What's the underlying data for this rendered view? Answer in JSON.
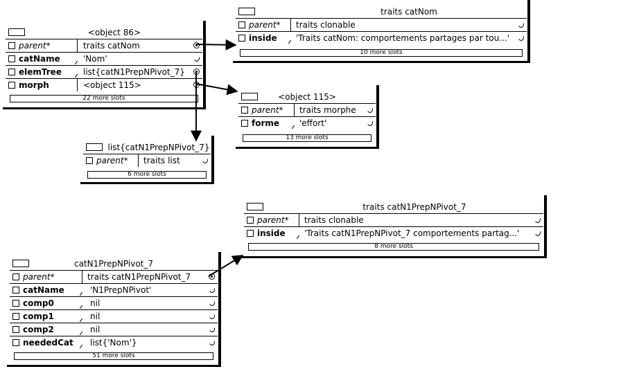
{
  "outliners": {
    "traits_catNom": {
      "title": "traits catNom",
      "slots": [
        {
          "name": "parent*",
          "value": "traits clonable"
        },
        {
          "name": "inside",
          "value": "'Traits catNom: comportements partages par tou...'"
        }
      ],
      "more": "10 more slots"
    },
    "object86": {
      "title": "<object 86>",
      "slots": [
        {
          "name": "parent*",
          "value": "traits catNom"
        },
        {
          "name": "catName",
          "value": "'Nom'"
        },
        {
          "name": "elemTree",
          "value": "list{catN1PrepNPivot_7}"
        },
        {
          "name": "morph",
          "value": "<object 115>"
        }
      ],
      "more": "22 more slots"
    },
    "object115": {
      "title": "<object 115>",
      "slots": [
        {
          "name": "parent*",
          "value": "traits morphe"
        },
        {
          "name": "forme",
          "value": "'effort'"
        }
      ],
      "more": "13 more slots"
    },
    "list_pivot": {
      "title": "list{catN1PrepNPivot_7}",
      "slots": [
        {
          "name": "parent*",
          "value": "traits list"
        }
      ],
      "more": "6 more slots"
    },
    "traits_pivot": {
      "title": "traits catN1PrepNPivot_7",
      "slots": [
        {
          "name": "parent*",
          "value": "traits clonable"
        },
        {
          "name": "inside",
          "value": "'Traits catN1PrepNPivot_7 comportements partag...'"
        }
      ],
      "more": "8 more slots"
    },
    "pivot": {
      "title": "catN1PrepNPivot_7",
      "slots": [
        {
          "name": "parent*",
          "value": "traits catN1PrepNPivot_7"
        },
        {
          "name": "catName",
          "value": "'N1PrepNPivot'"
        },
        {
          "name": "comp0",
          "value": "nil"
        },
        {
          "name": "comp1",
          "value": "nil"
        },
        {
          "name": "comp2",
          "value": "nil"
        },
        {
          "name": "neededCat",
          "value": "list{'Nom'}"
        }
      ],
      "more": "51 more slots"
    }
  }
}
